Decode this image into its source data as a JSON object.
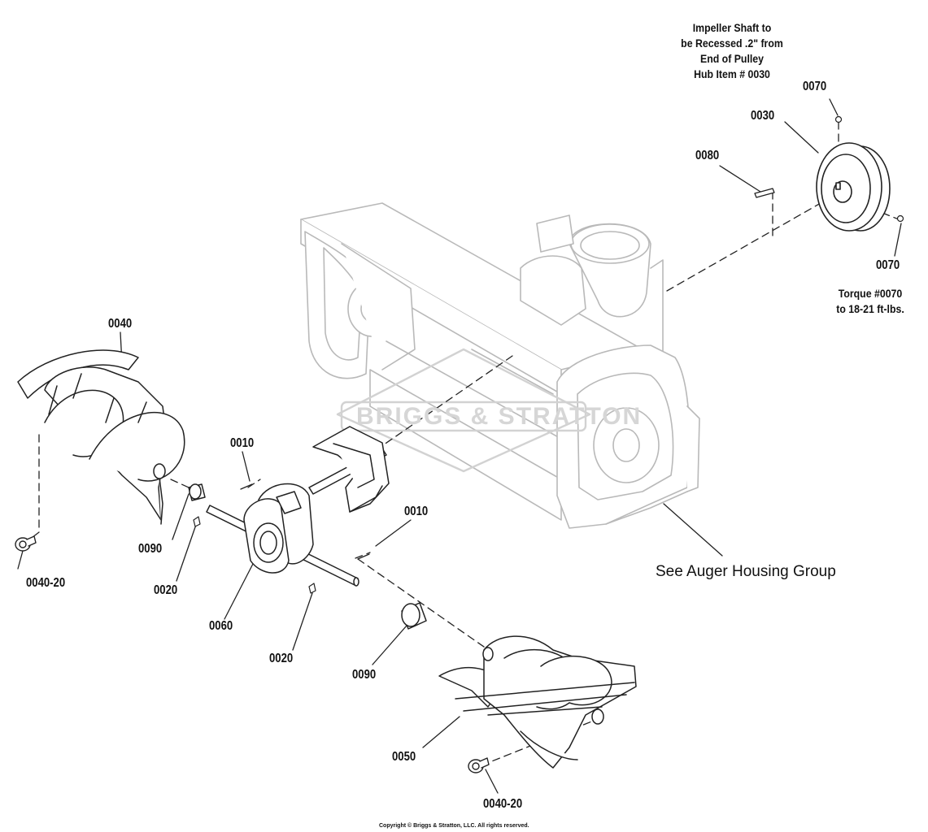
{
  "watermark": {
    "text": "BRIGGS & STRATTON"
  },
  "callouts": {
    "c0070_top": "0070",
    "c0030": "0030",
    "c0080": "0080",
    "c0070_right": "0070",
    "c0040": "0040",
    "c0010_a": "0010",
    "c0010_b": "0010",
    "c0090_a": "0090",
    "c0090_b": "0090",
    "c0020_a": "0020",
    "c0020_b": "0020",
    "c0060": "0060",
    "c0040_20_a": "0040-20",
    "c0040_20_b": "0040-20",
    "c0050": "0050"
  },
  "notes": {
    "impeller": [
      "Impeller Shaft to",
      "be Recessed .2\" from",
      "End of Pulley",
      "Hub Item # 0030"
    ],
    "torque": [
      "Torque #0070",
      "to 18-21 ft-lbs."
    ]
  },
  "see_group": "See Auger Housing Group",
  "copyright": "Copyright © Briggs & Stratton, LLC. All rights reserved."
}
